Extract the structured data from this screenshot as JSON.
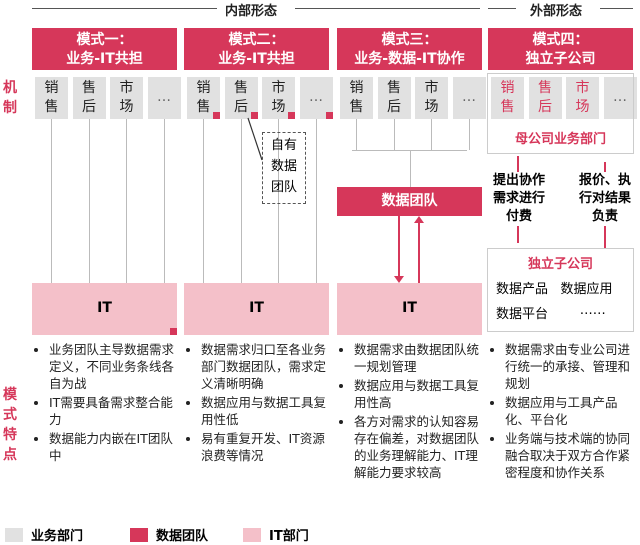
{
  "sections": {
    "internal": "内部形态",
    "external": "外部形态"
  },
  "side_labels": {
    "mechanism": "机制",
    "features": "模式特点"
  },
  "modes": [
    {
      "title1": "模式一：",
      "title2": "业务-IT共担"
    },
    {
      "title1": "模式二：",
      "title2": "业务-IT共担"
    },
    {
      "title1": "模式三：",
      "title2": "业务-数据-IT协作"
    },
    {
      "title1": "模式四：",
      "title2": "独立子公司"
    }
  ],
  "depts": [
    [
      "销",
      "售"
    ],
    [
      "售",
      "后"
    ],
    [
      "市",
      "场"
    ],
    [
      "…",
      ""
    ]
  ],
  "own_team": [
    "自有",
    "数据",
    "团队"
  ],
  "data_team": "数据团队",
  "it": "IT",
  "parent_dept": "母公司业务部门",
  "left_flow": [
    "提出协作",
    "需求进行",
    "付费"
  ],
  "right_flow": [
    "报价、执",
    "行对结果",
    "负责"
  ],
  "subsidiary": {
    "title": "独立子公司",
    "items": [
      "数据产品",
      "数据应用",
      "数据平台",
      "……"
    ]
  },
  "features": [
    [
      "业务团队主导数据需求定义，不同业务条线各自为战",
      "IT需要具备需求整合能力",
      "数据能力内嵌在IT团队中"
    ],
    [
      "数据需求归口至各业务部门数据团队，需求定义清晰明确",
      "数据应用与数据工具复用性低",
      "易有重复开发、IT资源浪费等情况"
    ],
    [
      "数据需求由数据团队统一规划管理",
      "数据应用与数据工具复用性高",
      "各方对需求的认知容易存在偏差，对数据团队的业务理解能力、IT理解能力要求较高"
    ],
    [
      "数据需求由专业公司进行统一的承接、管理和规划",
      "数据应用与工具产品化、平台化",
      "业务端与技术端的协同融合取决于双方合作紧密程度和协作关系"
    ]
  ],
  "legend": [
    "业务部门",
    "数据团队",
    "IT部门"
  ],
  "colors": {
    "red": "#d6375a",
    "pink": "#f4c0c9",
    "gray": "#e1e1e1"
  }
}
